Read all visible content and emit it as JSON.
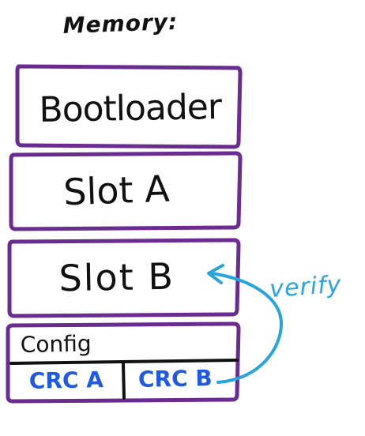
{
  "title": "Memory:",
  "blocks": [
    {
      "label": "Bootloader"
    },
    {
      "label": "Slot A"
    },
    {
      "label": "Slot B"
    },
    {
      "label": "Config"
    }
  ],
  "crc": {
    "a": "CRC A",
    "b": "CRC B"
  },
  "annotation": {
    "verify": "verify"
  },
  "colors": {
    "block_border": "#6a2c91",
    "text": "#111111",
    "crc_text": "#1f5ae0",
    "arrow": "#2aa5dc",
    "background": "#ffffff"
  }
}
